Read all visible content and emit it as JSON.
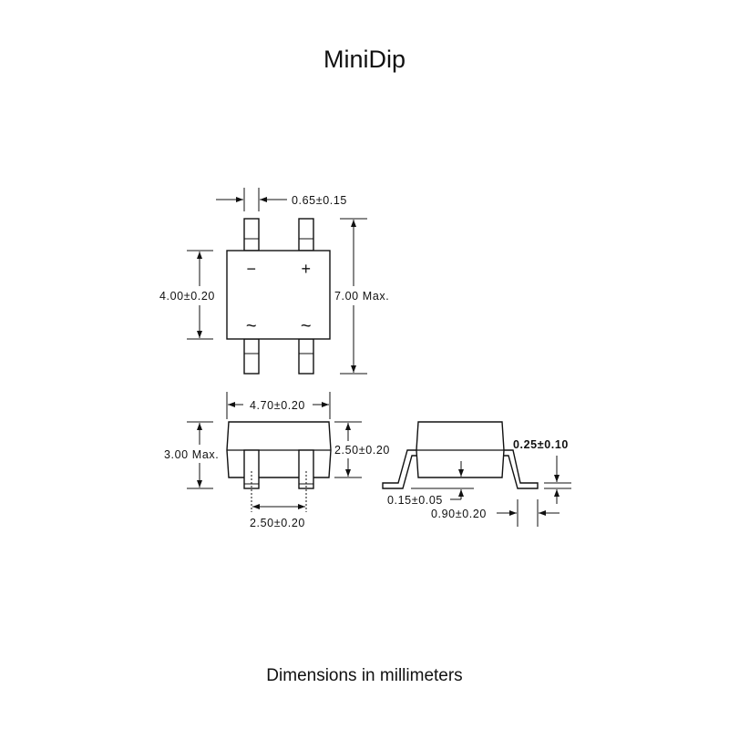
{
  "title": "MiniDip",
  "footer": "Dimensions in millimeters",
  "top_view": {
    "lead_width": "0.65±0.15",
    "body_length": "4.00±0.20",
    "overall_length": "7.00 Max.",
    "pin_symbols": {
      "top_left": "−",
      "top_right": "+",
      "bottom_left": "~",
      "bottom_right": "~"
    }
  },
  "front_view": {
    "body_width": "4.70±0.20",
    "overall_height": "3.00 Max.",
    "body_height": "2.50±0.20",
    "lead_pitch": "2.50±0.20"
  },
  "side_view": {
    "lead_thickness": "0.25±0.10",
    "standoff": "0.15±0.05",
    "foot_length": "0.90±0.20"
  }
}
